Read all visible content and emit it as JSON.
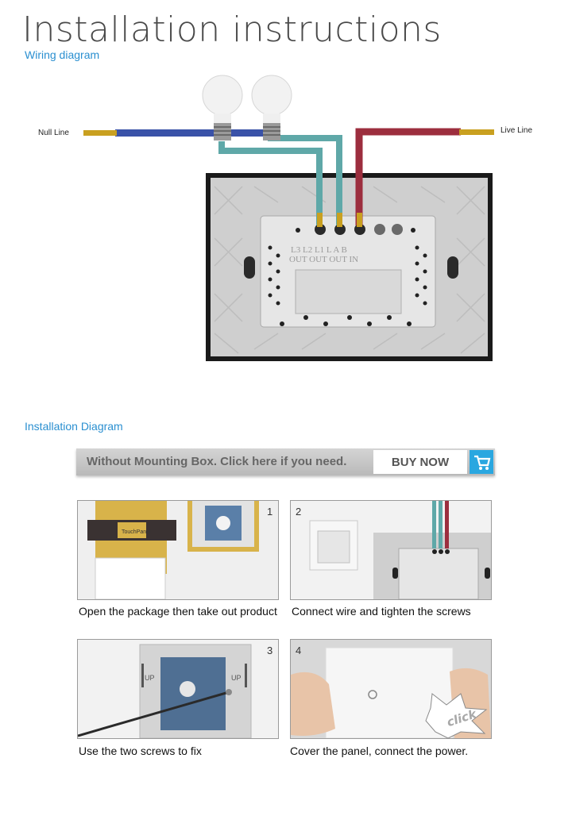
{
  "header": {
    "title": "Installation instructions",
    "subtitle": "Wiring diagram"
  },
  "wiring": {
    "null_label": "Null Line",
    "live_label": "Live Line",
    "terminal_numbers": "L3   L2   L1    L    A    B",
    "terminal_names": "OUT OUT OUT IN",
    "colors": {
      "null_wire": "#3a52a8",
      "live_wire": "#9c2e3e",
      "load_wire": "#5fa8a8",
      "panel": "#cfcfcf",
      "frame": "#1a1a1a"
    }
  },
  "install": {
    "heading": "Installation Diagram",
    "banner_text": "Without Mounting Box. Click here if you need.",
    "buy_label": "BUY NOW",
    "accent": "#2aa7e0",
    "steps": [
      {
        "num": "1",
        "caption": "Open the package then take out product",
        "box_text": "TouchPanel"
      },
      {
        "num": "2",
        "caption": "Connect wire and tighten the screws"
      },
      {
        "num": "3",
        "caption": "Use the two screws to fix",
        "up_label": "UP"
      },
      {
        "num": "4",
        "caption": "Cover the panel, connect the power.",
        "click_text": "click"
      }
    ]
  }
}
